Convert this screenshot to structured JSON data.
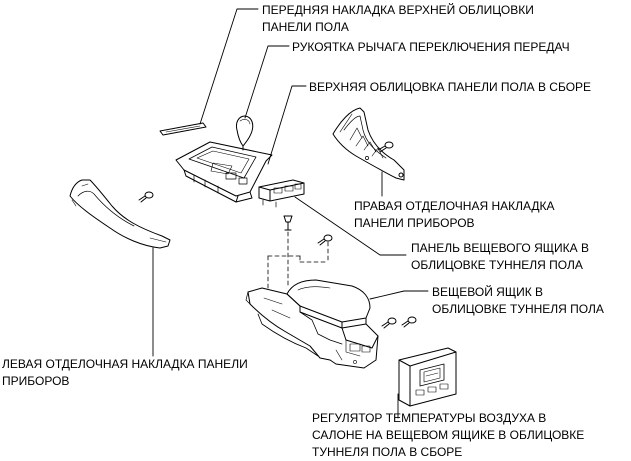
{
  "labels": {
    "front_trim": [
      "ПЕРЕДНЯЯ НАКЛАДКА ВЕРХНЕЙ ОБЛИЦОВКИ",
      "ПАНЕЛИ ПОЛА"
    ],
    "shift_knob": [
      "РУКОЯТКА РЫЧАГА ПЕРЕКЛЮЧЕНИЯ ПЕРЕДАЧ"
    ],
    "upper_console": [
      "ВЕРХНЯЯ ОБЛИЦОВКА ПАНЕЛИ ПОЛА В СБОРЕ"
    ],
    "right_panel": [
      "ПРАВАЯ ОТДЕЛОЧНАЯ НАКЛАДКА",
      "ПАНЕЛИ ПРИБОРОВ"
    ],
    "box_panel": [
      "ПАНЕЛЬ ВЕЩЕВОГО ЯЩИКА В",
      "ОБЛИЦОВКЕ ТУННЕЛЯ ПОЛА"
    ],
    "console_box": [
      "ВЕЩЕВОЙ ЯЩИК В",
      "ОБЛИЦОВКЕ ТУННЕЛЯ ПОЛА"
    ],
    "left_panel": [
      "ЛЕВАЯ ОТДЕЛОЧНАЯ НАКЛАДКА ПАНЕЛИ",
      "ПРИБОРОВ"
    ],
    "temp_regulator": [
      "РЕГУЛЯТОР ТЕМПЕРАТУРЫ ВОЗДУХА В",
      "САЛОНЕ НА ВЕЩЕВОМ ЯЩИКЕ В ОБЛИЦОВКЕ",
      "ТУННЕЛЯ ПОЛА В СБОРЕ"
    ]
  },
  "colors": {
    "line": "#000000",
    "background": "#ffffff"
  }
}
